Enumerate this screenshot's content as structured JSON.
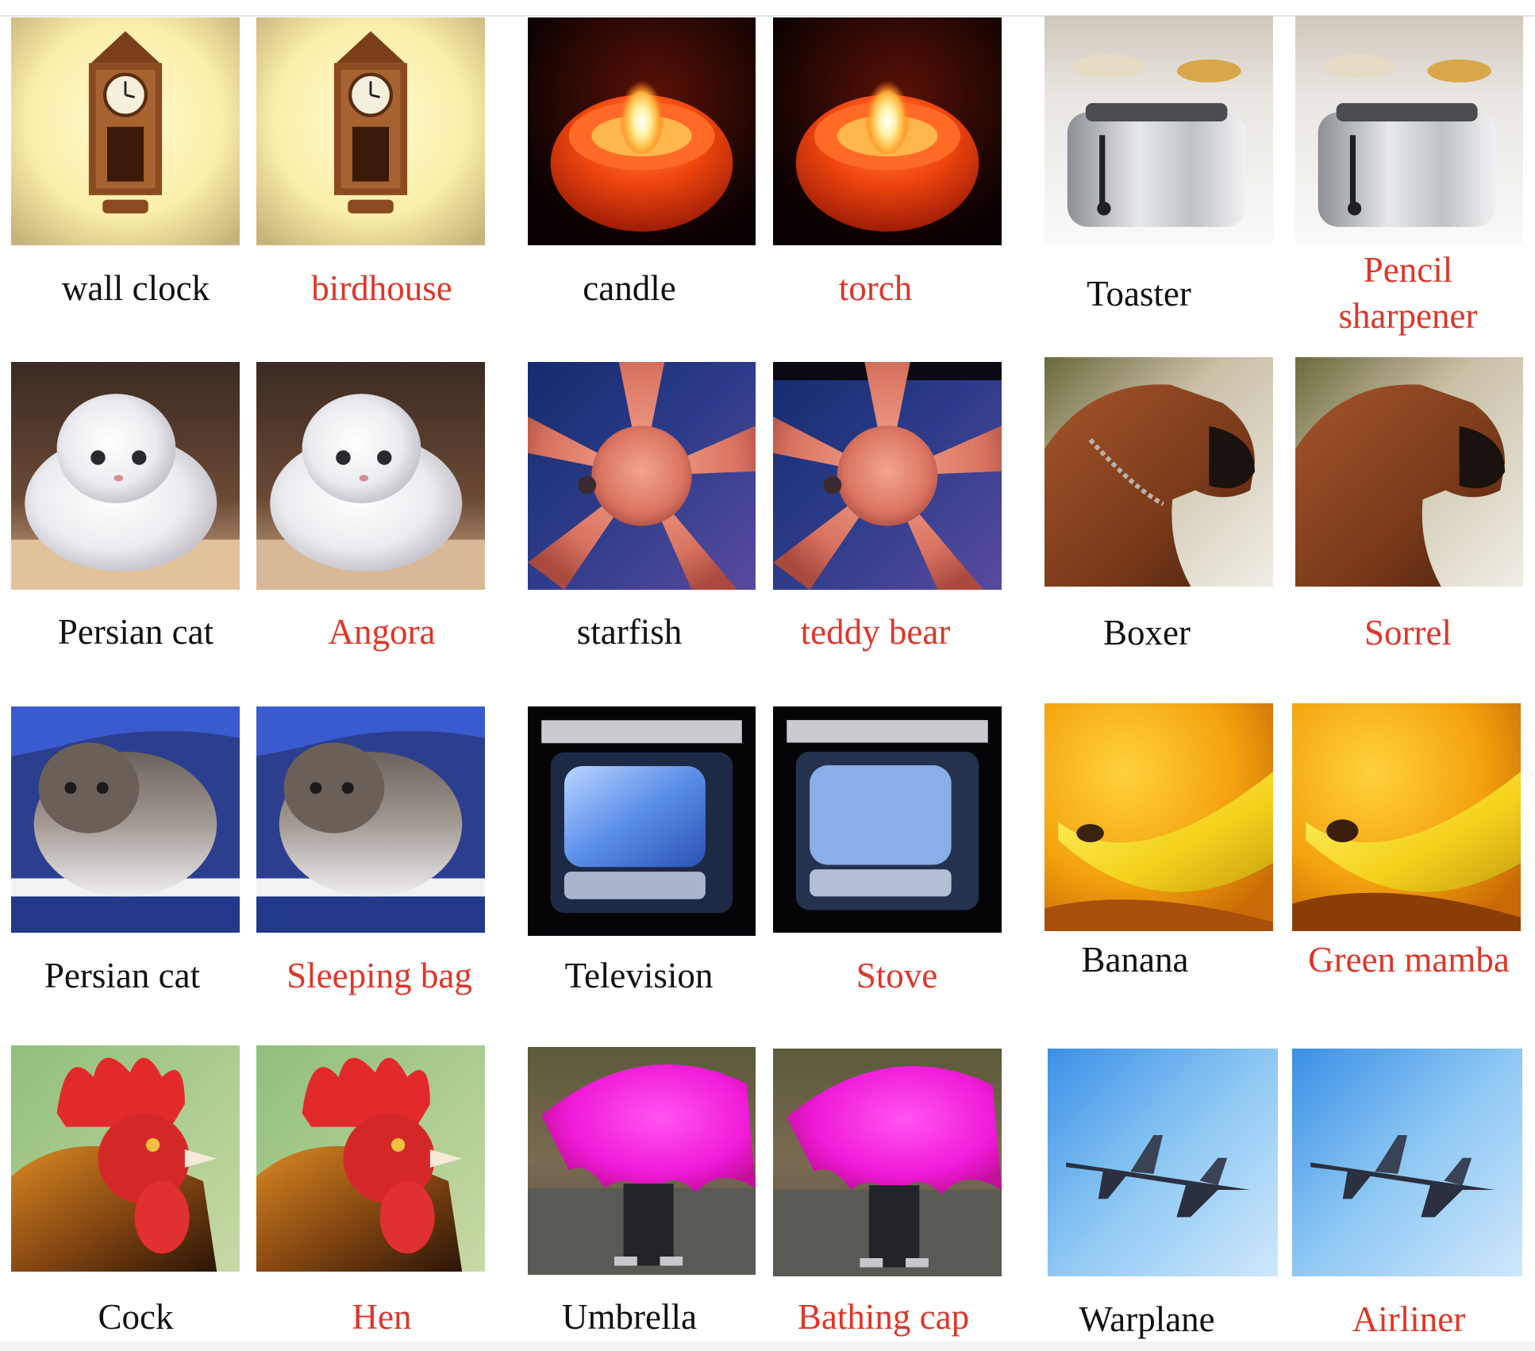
{
  "rows": [
    {
      "pairs": [
        {
          "original": {
            "label": "wall clock",
            "icon": "wall-clock-image"
          },
          "adversarial": {
            "label": "birdhouse",
            "icon": "wall-clock-image"
          }
        },
        {
          "original": {
            "label": "candle",
            "icon": "candle-image"
          },
          "adversarial": {
            "label": "torch",
            "icon": "candle-image"
          }
        },
        {
          "original": {
            "label": "Toaster",
            "icon": "toaster-image"
          },
          "adversarial": {
            "label": "Pencil sharpener",
            "icon": "toaster-image"
          }
        }
      ]
    },
    {
      "pairs": [
        {
          "original": {
            "label": "Persian cat",
            "icon": "white-kitten-image"
          },
          "adversarial": {
            "label": "Angora",
            "icon": "white-kitten-image"
          }
        },
        {
          "original": {
            "label": "starfish",
            "icon": "starfish-image"
          },
          "adversarial": {
            "label": "teddy bear",
            "icon": "starfish-image"
          }
        },
        {
          "original": {
            "label": "Boxer",
            "icon": "boxer-dog-image"
          },
          "adversarial": {
            "label": "Sorrel",
            "icon": "boxer-dog-image"
          }
        }
      ]
    },
    {
      "pairs": [
        {
          "original": {
            "label": "Persian cat",
            "icon": "grey-kitten-image"
          },
          "adversarial": {
            "label": "Sleeping bag",
            "icon": "grey-kitten-image"
          }
        },
        {
          "original": {
            "label": "Television",
            "icon": "television-image"
          },
          "adversarial": {
            "label": "Stove",
            "icon": "television-image"
          }
        },
        {
          "original": {
            "label": "Banana",
            "icon": "banana-image"
          },
          "adversarial": {
            "label": "Green mamba",
            "icon": "banana-image"
          }
        }
      ]
    },
    {
      "pairs": [
        {
          "original": {
            "label": "Cock",
            "icon": "rooster-image"
          },
          "adversarial": {
            "label": "Hen",
            "icon": "rooster-image"
          }
        },
        {
          "original": {
            "label": "Umbrella",
            "icon": "umbrella-image"
          },
          "adversarial": {
            "label": "Bathing cap",
            "icon": "umbrella-image"
          }
        },
        {
          "original": {
            "label": "Warplane",
            "icon": "warplane-image"
          },
          "adversarial": {
            "label": "Airliner",
            "icon": "warplane-image"
          }
        }
      ]
    }
  ],
  "colors": {
    "original_label": "#111111",
    "adversarial_label": "#e03528"
  }
}
